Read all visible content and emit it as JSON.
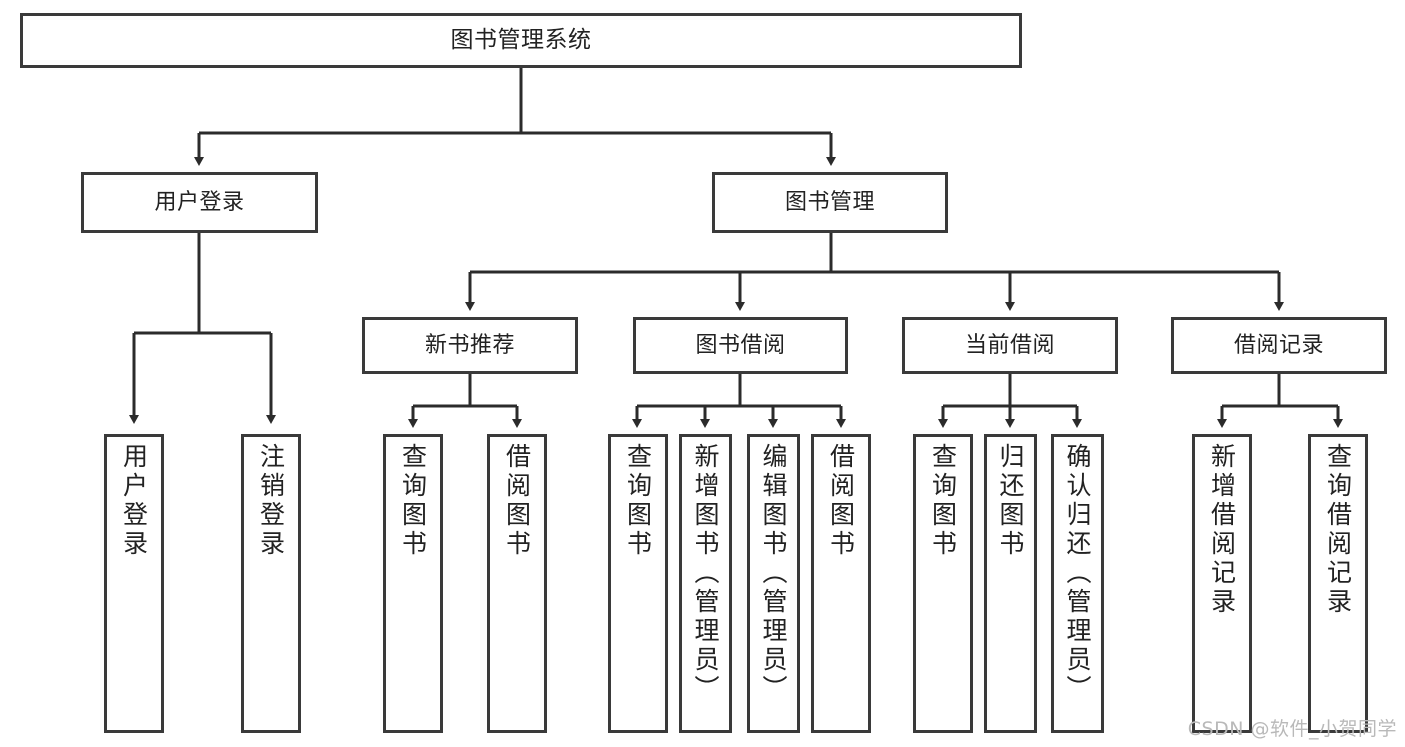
{
  "diagram": {
    "title": "图书管理系统",
    "type": "tree-hierarchy-diagram",
    "watermark": "CSDN @软件_小贺同学",
    "colors": {
      "box_border": "#3a3a3a",
      "box_fill": "#ffffff",
      "connector": "#2b2b2b",
      "text": "#222222",
      "watermark": "#b9b9b9",
      "background": "#ffffff"
    },
    "root": {
      "label": "图书管理系统"
    },
    "level2": [
      {
        "label": "用户登录"
      },
      {
        "label": "图书管理"
      }
    ],
    "level3": [
      {
        "label": "新书推荐"
      },
      {
        "label": "图书借阅"
      },
      {
        "label": "当前借阅"
      },
      {
        "label": "借阅记录"
      }
    ],
    "leaves": {
      "user_login": [
        {
          "label": "用户登录"
        },
        {
          "label": "注销登录"
        }
      ],
      "new_book_recommend": [
        {
          "label": "查询图书"
        },
        {
          "label": "借阅图书"
        }
      ],
      "book_borrow": [
        {
          "label": "查询图书"
        },
        {
          "label": "新增图书（管理员）"
        },
        {
          "label": "编辑图书（管理员）"
        },
        {
          "label": "借阅图书"
        }
      ],
      "current_borrow": [
        {
          "label": "查询图书"
        },
        {
          "label": "归还图书"
        },
        {
          "label": "确认归还（管理员）"
        }
      ],
      "borrow_record": [
        {
          "label": "新增借阅记录"
        },
        {
          "label": "查询借阅记录"
        }
      ]
    }
  }
}
